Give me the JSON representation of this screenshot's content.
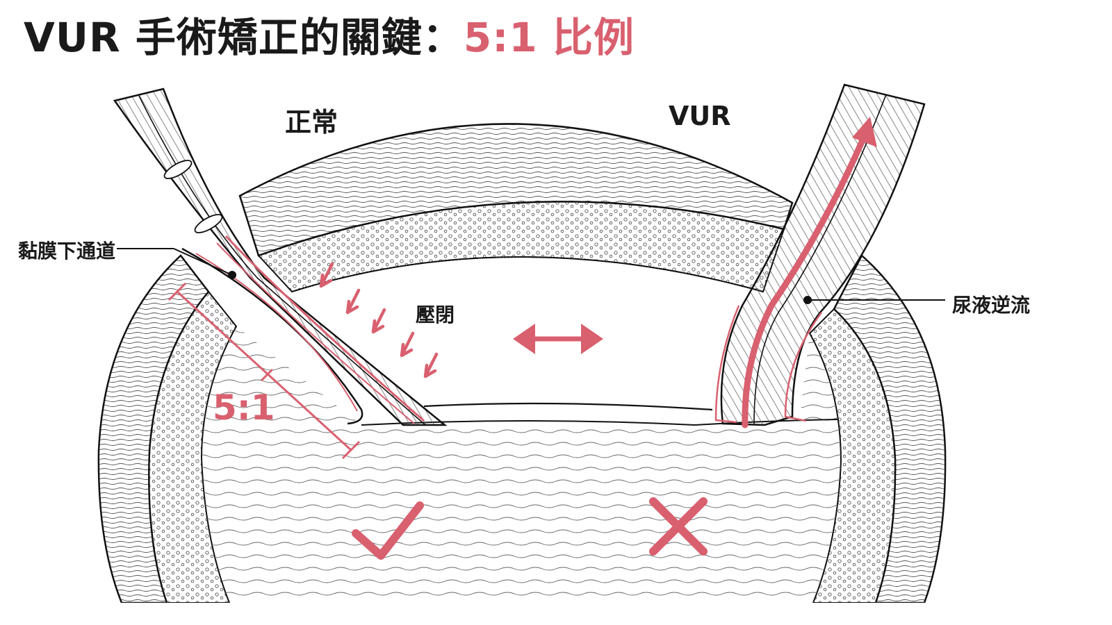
{
  "title": {
    "main": "VUR 手術矯正的關鍵：",
    "highlight": "5:1 比例"
  },
  "labels": {
    "normal": "正常",
    "vur": "VUR",
    "submucosal_tunnel": "黏膜下通道",
    "compression": "壓閉",
    "reflux": "尿液逆流",
    "ratio": "5:1"
  },
  "icons": {
    "check": "check-icon",
    "cross": "cross-icon",
    "double_arrow": "double-arrow-icon",
    "up_arrow": "up-arrow-icon"
  },
  "colors": {
    "accent": "#d9606f",
    "ink": "#1a1a1a",
    "background": "#ffffff"
  }
}
